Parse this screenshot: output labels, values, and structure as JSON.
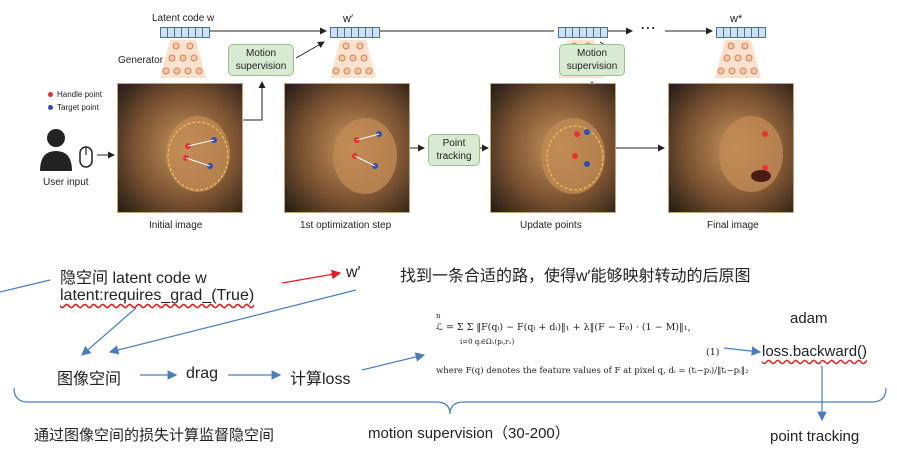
{
  "figure": {
    "latent_code_label": "Latent code w",
    "w_prime_label": "w′",
    "w_star_label": "w*",
    "dots_label": "⋯",
    "generator_label": "Generator",
    "motion_supervision_label": "Motion supervision",
    "point_tracking_label": "Point tracking",
    "legend": {
      "handle": "Handle point",
      "target": "Target point",
      "handle_color": "#e8312f",
      "target_color": "#2f4db5"
    },
    "user_input_label": "User input",
    "captions": {
      "initial": "Initial image",
      "opt_step": "1st optimization step",
      "update": "Update points",
      "final": "Final image"
    }
  },
  "notes": {
    "latent_space_line1": "隐空间 latent code w",
    "latent_space_line2": "latent:requires_grad_(True)",
    "w_prime": "w′",
    "find_path": "找到一条合适的路，使得w′能够映射转动的后原图",
    "image_space": "图像空间",
    "drag": "drag",
    "compute_loss": "计算loss",
    "adam": "adam",
    "loss_backward": "loss.backward()",
    "supervise": "通过图像空间的损失计算监督隐空间",
    "motion_supervision": "motion supervision（30-200）",
    "point_tracking": "point tracking"
  },
  "formula": {
    "loss_line": "ℒ = Σ Σ ‖F(qᵢ) − F(qᵢ + dᵢ)‖₁ + λ‖(F − F₀) · (1 − M)‖₁,",
    "sum_sub": "i=0   qᵢ∈Ω₁(pᵢ,r₁)",
    "sum_top": "n",
    "eq_num": "(1)",
    "where_line": "where F(q) denotes the feature values of F at pixel q, dᵢ = (tᵢ−pᵢ)/‖tᵢ−pᵢ‖₂"
  },
  "colors": {
    "accent_blue": "#4a7ebb",
    "red_arrow": "#e02020",
    "box_green": "#d9ead3"
  }
}
